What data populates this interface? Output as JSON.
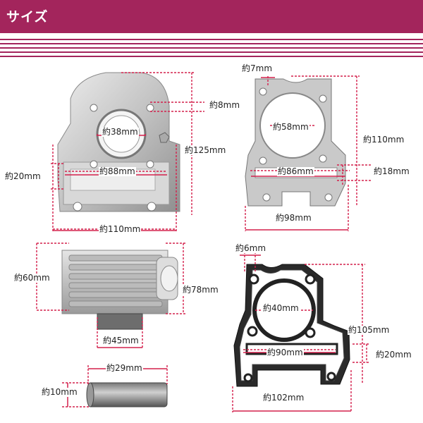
{
  "header": {
    "title": "サイズ"
  },
  "colors": {
    "accent": "#a3255c",
    "dimension_line": "#d4204c",
    "part_metal": "#c9c9c9",
    "gasket_dark": "#2a2a2a"
  },
  "head_block": {
    "port": "約38mm",
    "bolt": "約8mm",
    "height": "約125mm",
    "bore_pitch": "約88mm",
    "side": "約20mm",
    "width": "約110mm"
  },
  "cylinder": {
    "height": "約60mm",
    "width": "約78mm",
    "sleeve": "約45mm"
  },
  "gasket_light": {
    "hole": "約7mm",
    "bore": "約58mm",
    "height": "約110mm",
    "pitch": "約86mm",
    "tab": "約18mm",
    "width": "約98mm"
  },
  "gasket_dark": {
    "hole": "約6mm",
    "bore": "約40mm",
    "height": "約105mm",
    "pitch": "約90mm",
    "tab": "約20mm",
    "width": "約102mm"
  },
  "pin": {
    "length": "約29mm",
    "diameter": "約10mm"
  }
}
